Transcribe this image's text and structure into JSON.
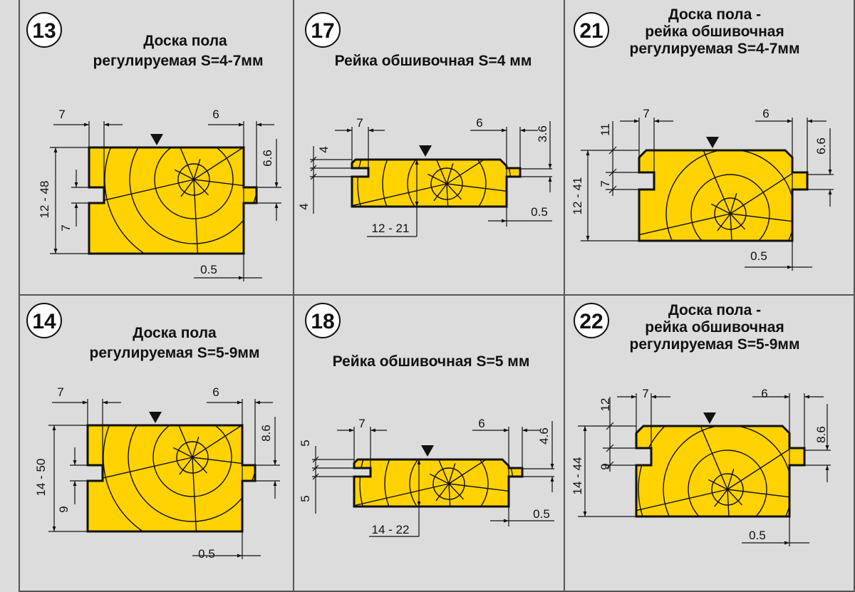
{
  "colors": {
    "wood": "#ffd200",
    "background": "#dcdcdc",
    "frame": "#555555",
    "line": "#111111"
  },
  "panels": [
    {
      "id": "13",
      "title": [
        "Доска пола",
        "регулируемая S=4-7мм"
      ],
      "dims": {
        "groove_depth": "7",
        "tongue_length": "6",
        "tongue_offset": "6.6",
        "thickness": "12 - 48",
        "groove_offset": "7",
        "gap": "0.5"
      }
    },
    {
      "id": "17",
      "title": [
        "Рейка обшивочная S=4 мм"
      ],
      "dims": {
        "groove_depth": "7",
        "groove_width": "4",
        "groove_offset": "4",
        "tongue_length": "6",
        "tongue_offset": "3.6",
        "thickness": "12 - 21",
        "gap": "0.5"
      }
    },
    {
      "id": "21",
      "title": [
        "Доска пола -",
        "рейка обшивочная",
        "регулируемая S=4-7мм"
      ],
      "dims": {
        "groove_depth": "7",
        "groove_offset_top": "11",
        "groove_width": "7",
        "tongue_length": "6",
        "tongue_offset": "6.6",
        "thickness": "12 - 41",
        "gap": "0.5"
      }
    },
    {
      "id": "14",
      "title": [
        "Доска пола",
        "регулируемая S=5-9мм"
      ],
      "dims": {
        "groove_depth": "7",
        "tongue_length": "6",
        "tongue_offset": "8.6",
        "thickness": "14 - 50",
        "groove_offset": "9",
        "gap": "0.5"
      }
    },
    {
      "id": "18",
      "title": [
        "Рейка обшивочная S=5 мм"
      ],
      "dims": {
        "groove_depth": "7",
        "groove_width": "5",
        "groove_offset": "5",
        "tongue_length": "6",
        "tongue_offset": "4.6",
        "thickness": "14 - 22",
        "gap": "0.5"
      }
    },
    {
      "id": "22",
      "title": [
        "Доска пола -",
        "рейка обшивочная",
        "регулируемая S=5-9мм"
      ],
      "dims": {
        "groove_depth": "7",
        "groove_offset_top": "12",
        "groove_width": "9",
        "tongue_length": "6",
        "tongue_offset": "8.6",
        "thickness": "14 - 44",
        "gap": "0.5"
      }
    }
  ]
}
